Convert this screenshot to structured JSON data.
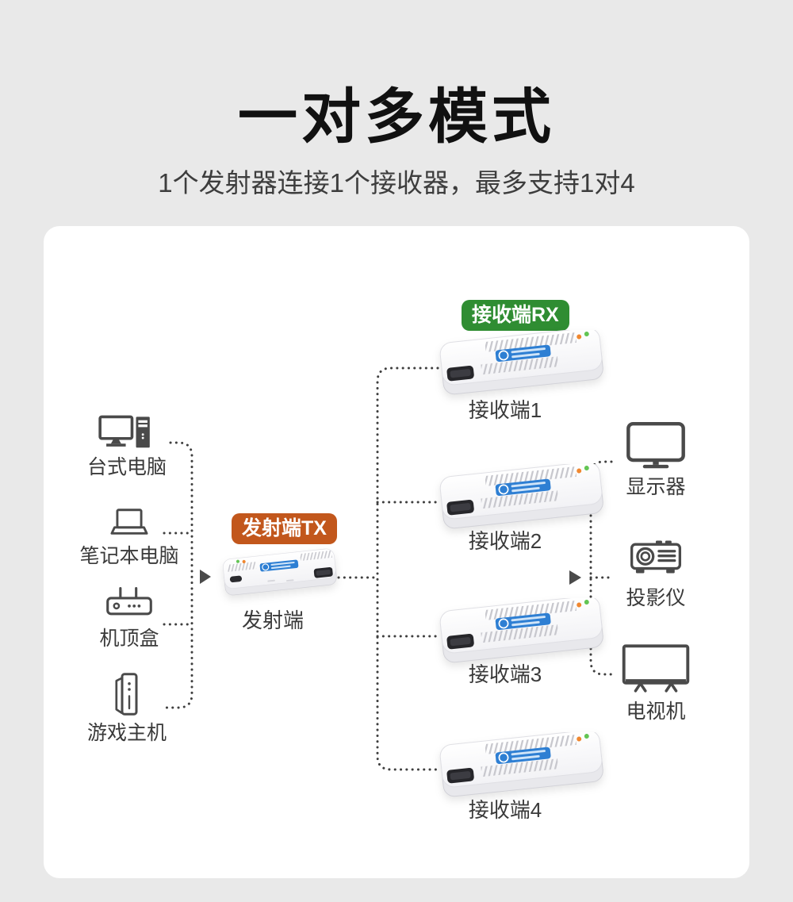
{
  "header": {
    "title": "一对多模式",
    "subtitle": "1个发射器连接1个接收器，最多支持1对4"
  },
  "diagram": {
    "sources": [
      {
        "label": "台式电脑",
        "icon": "desktop-computer-icon"
      },
      {
        "label": "笔记本电脑",
        "icon": "laptop-icon"
      },
      {
        "label": "机顶盒",
        "icon": "set-top-box-icon"
      },
      {
        "label": "游戏主机",
        "icon": "game-console-icon"
      }
    ],
    "transmitter": {
      "badge": "发射端TX",
      "label": "发射端",
      "icon": "transmitter-device"
    },
    "receiver_badge": "接收端RX",
    "receivers": [
      {
        "label": "接收端1",
        "icon": "receiver-device"
      },
      {
        "label": "接收端2",
        "icon": "receiver-device"
      },
      {
        "label": "接收端3",
        "icon": "receiver-device"
      },
      {
        "label": "接收端4",
        "icon": "receiver-device"
      }
    ],
    "outputs": [
      {
        "label": "显示器",
        "icon": "monitor-icon"
      },
      {
        "label": "投影仪",
        "icon": "projector-icon"
      },
      {
        "label": "电视机",
        "icon": "tv-icon"
      }
    ]
  },
  "colors": {
    "page_bg": "#e9e9e9",
    "card_bg": "#ffffff",
    "title_color": "#111111",
    "subtitle_color": "#3d3d3d",
    "label_color": "#3a3a3a",
    "line_color": "#3f3f3f",
    "icon_color": "#4a4a4a",
    "tx_badge_bg": "#c2571c",
    "rx_badge_bg": "#2f8d32",
    "badge_text": "#ffffff",
    "device_logo_blue": "#2e7fd3",
    "led_green": "#63c554",
    "led_orange": "#f0872f"
  }
}
